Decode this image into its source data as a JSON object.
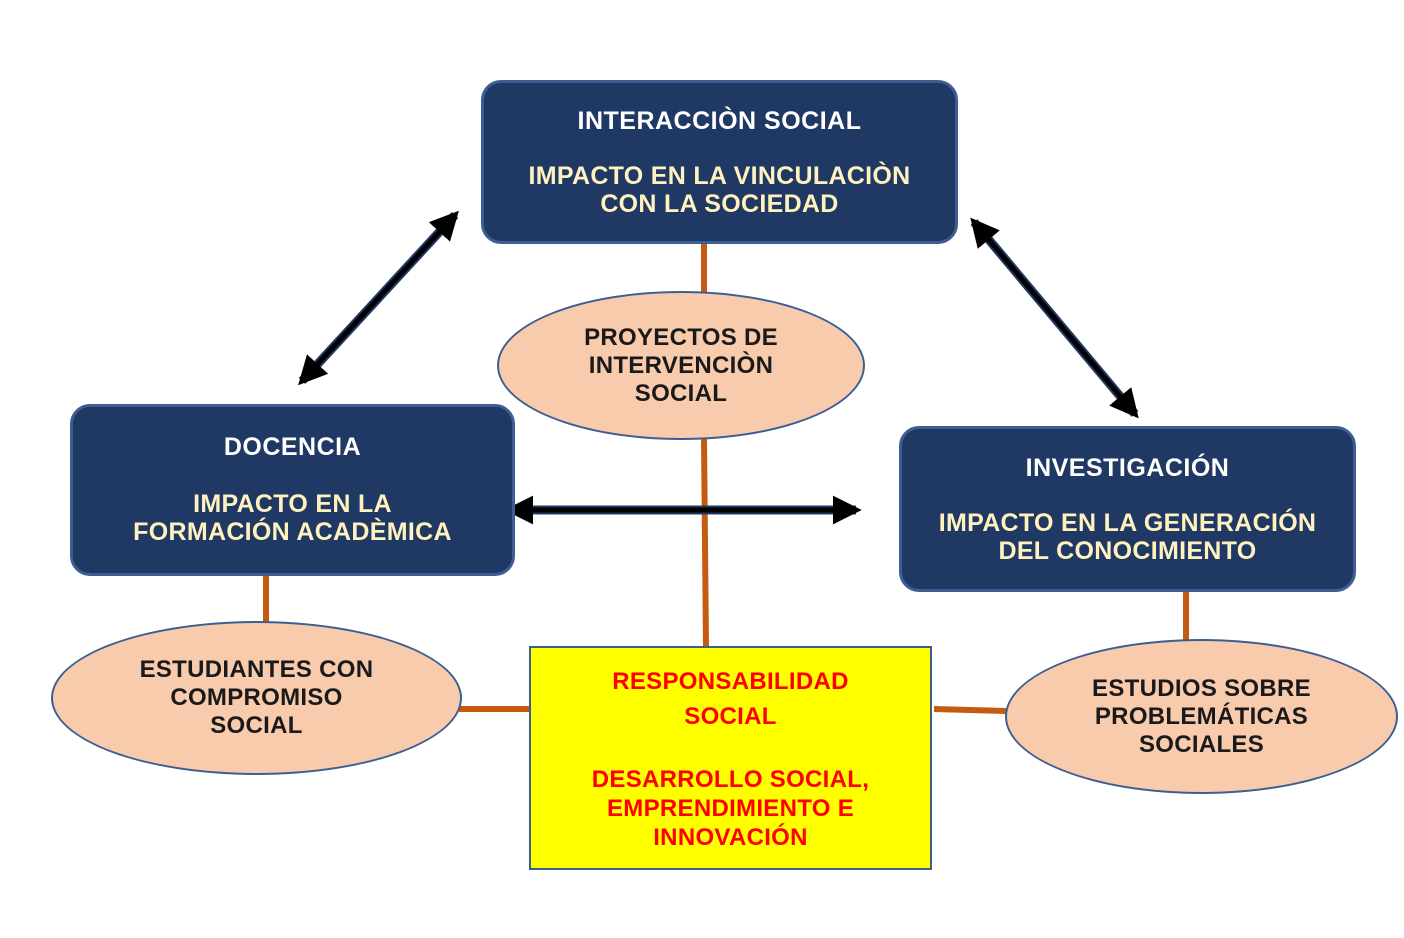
{
  "colors": {
    "box_fill": "#1f3864",
    "box_border": "#3d5e92",
    "box_title_text": "#ffffff",
    "box_subtitle_text": "#fff2bf",
    "ellipse_fill": "#f8cbad",
    "center_fill": "#ffff00",
    "center_text": "#ff0000",
    "connector_line": "#c55a11",
    "arrow": "#000000"
  },
  "nodes": {
    "interaccion": {
      "title": "INTERACCIÒN SOCIAL",
      "subtitle": "IMPACTO EN LA VINCULACIÒN\nCON LA SOCIEDAD"
    },
    "docencia": {
      "title": "DOCENCIA",
      "subtitle": "IMPACTO EN LA\nFORMACIÓN ACADÈMICA"
    },
    "investigacion": {
      "title": "INVESTIGACIÓN",
      "subtitle": "IMPACTO EN LA GENERACIÓN\nDEL CONOCIMIENTO"
    },
    "proyectos": {
      "text": "PROYECTOS DE\nINTERVENCIÒN\nSOCIAL"
    },
    "estudiantes": {
      "text": "ESTUDIANTES CON\nCOMPROMISO\nSOCIAL"
    },
    "estudios": {
      "text": "ESTUDIOS SOBRE\nPROBLEMÁTICAS\nSOCIALES"
    },
    "responsabilidad": {
      "title": "RESPONSABILIDAD\nSOCIAL",
      "subtitle": "DESARROLLO SOCIAL,\nEMPRENDIMIENTO E\nINNOVACIÓN"
    }
  }
}
